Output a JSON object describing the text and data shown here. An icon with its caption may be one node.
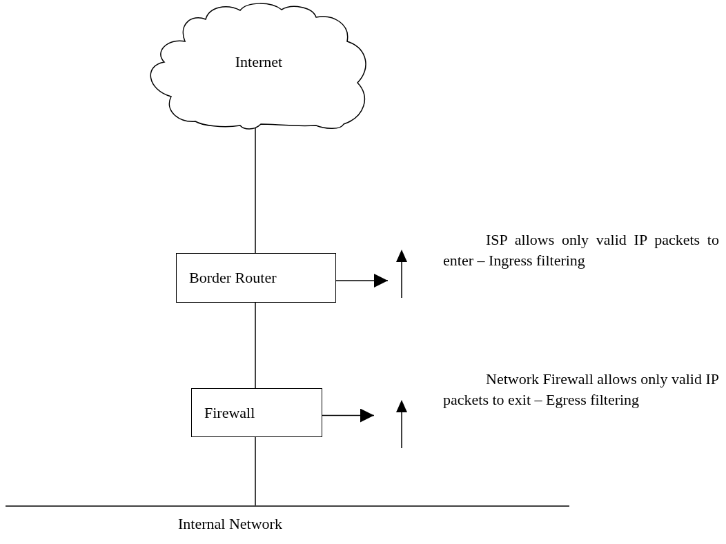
{
  "diagram": {
    "nodes": [
      {
        "text": [
          "Internet"
        ]
      },
      {
        "text": [
          "Border Router"
        ]
      },
      {
        "text": [
          "Firewall"
        ]
      },
      {
        "text": [
          "Internal Network"
        ]
      },
      {
        "text": [
          "ISP allows only valid IP packets to enter  – Ingress filtering"
        ]
      },
      {
        "text": [
          "Network Firewall allows only valid IP packets to exit – Egress filtering"
        ]
      }
    ],
    "edges": [
      {
        "from": 0,
        "to": 1,
        "arrow": "none"
      },
      {
        "from": 1,
        "to": 2,
        "arrow": "none"
      },
      {
        "from": 2,
        "to": 3,
        "arrow": "none"
      },
      {
        "from": 1,
        "to": null,
        "arrow": "to"
      },
      {
        "from": 2,
        "to": null,
        "arrow": "to"
      }
    ]
  }
}
